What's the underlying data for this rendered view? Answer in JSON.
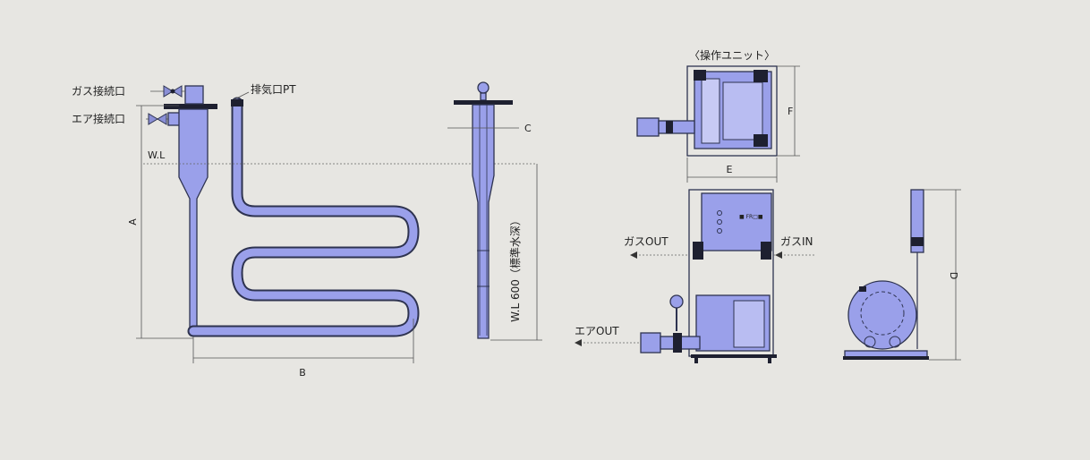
{
  "labels": {
    "gas_connection": "ガス接続口",
    "air_connection": "エア接続口",
    "exhaust_port": "排気口PT",
    "water_level": "W.L",
    "dim_a": "A",
    "dim_b": "B",
    "dim_c": "C",
    "water_depth": "W.L 600（標準水深）",
    "operation_unit": "〈操作ユニット〉",
    "dim_e": "E",
    "dim_f": "F",
    "dim_d": "D",
    "gas_out": "ガスOUT",
    "gas_in": "ガスIN",
    "air_out": "エアOUT",
    "panel_text": "■ FR□■"
  },
  "colors": {
    "background": "#e7e6e2",
    "body_fill": "#9aa0ea",
    "outline": "#2e3350"
  }
}
